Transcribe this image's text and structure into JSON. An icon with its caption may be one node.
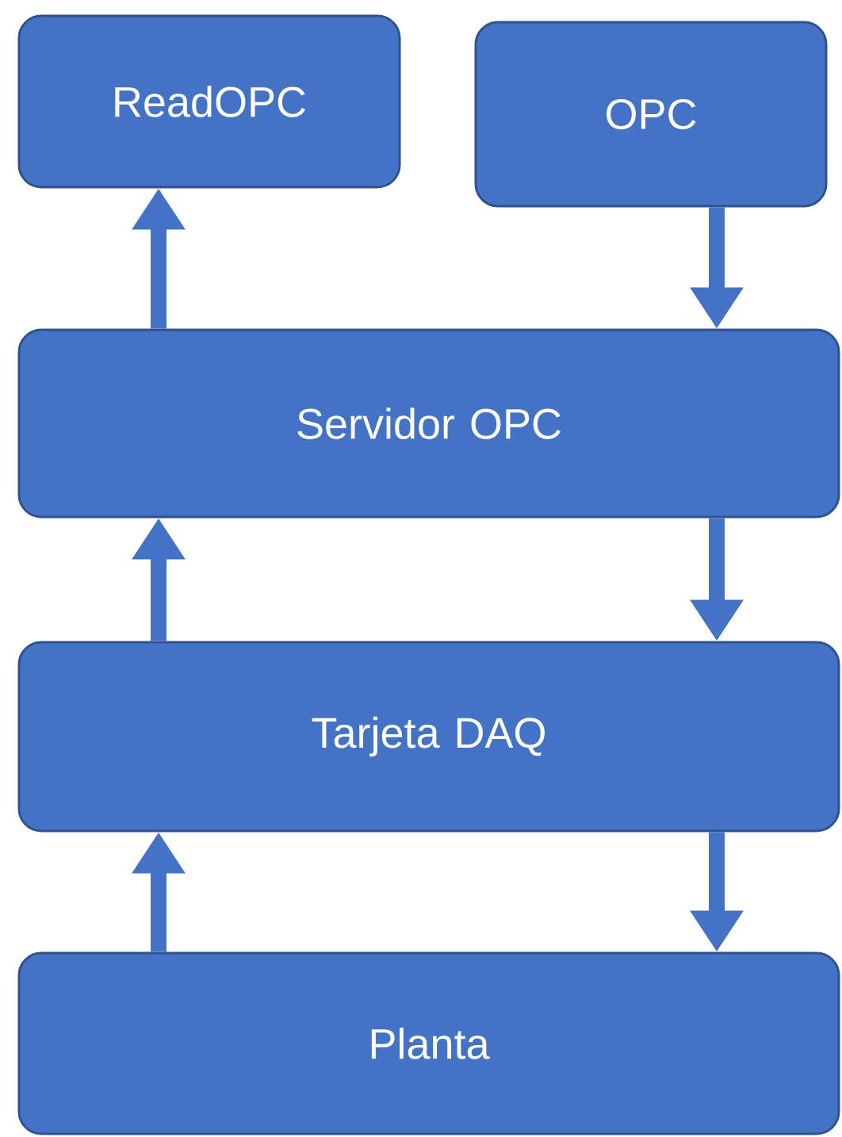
{
  "diagram": {
    "nodes": [
      {
        "text": [
          "ReadOPC"
        ]
      },
      {
        "text": [
          "OPC"
        ]
      },
      {
        "text": [
          "Servidor OPC"
        ]
      },
      {
        "text": [
          "Tarjeta DAQ"
        ]
      },
      {
        "text": [
          "Planta"
        ]
      }
    ],
    "edges": [
      {
        "from": 2,
        "to": 0,
        "arrow": "to"
      },
      {
        "from": 1,
        "to": 2,
        "arrow": "to"
      },
      {
        "from": 3,
        "to": 2,
        "arrow": "to"
      },
      {
        "from": 2,
        "to": 3,
        "arrow": "to"
      },
      {
        "from": 4,
        "to": 3,
        "arrow": "to"
      },
      {
        "from": 3,
        "to": 4,
        "arrow": "to"
      }
    ]
  }
}
